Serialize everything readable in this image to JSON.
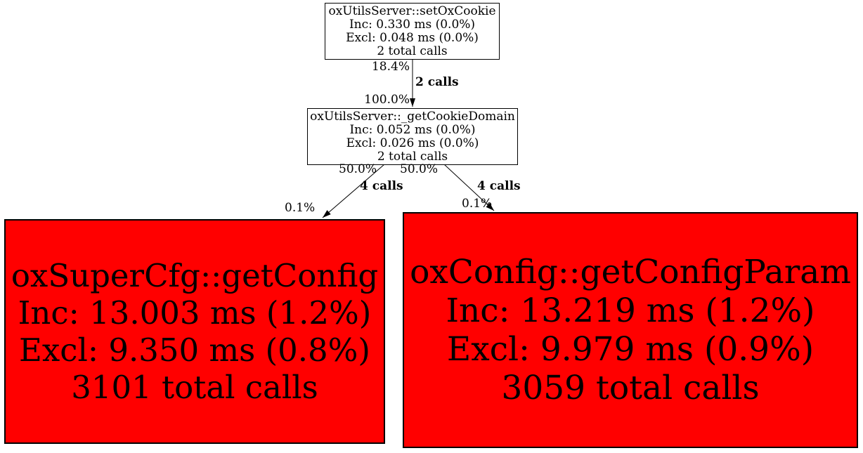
{
  "colors": {
    "hot_node_fill": "#ff0000",
    "normal_node_fill": "#ffffff",
    "edge_color": "#000000",
    "text_color": "#000000"
  },
  "nodes": {
    "set_ox_cookie": {
      "name": "oxUtilsServer::setOxCookie",
      "inc": "Inc: 0.330 ms (0.0%)",
      "excl": "Excl: 0.048 ms (0.0%)",
      "total_calls": "2 total calls"
    },
    "get_cookie_domain": {
      "name": "oxUtilsServer::_getCookieDomain",
      "inc": "Inc: 0.052 ms (0.0%)",
      "excl": "Excl: 0.026 ms (0.0%)",
      "total_calls": "2 total calls"
    },
    "get_config": {
      "name": "oxSuperCfg::getConfig",
      "inc": "Inc: 13.003 ms (1.2%)",
      "excl": "Excl: 9.350 ms (0.8%)",
      "total_calls": "3101 total calls"
    },
    "get_config_param": {
      "name": "oxConfig::getConfigParam",
      "inc": "Inc: 13.219 ms (1.2%)",
      "excl": "Excl: 9.979 ms (0.9%)",
      "total_calls": "3059 total calls"
    }
  },
  "edges": {
    "setoxcookie_to_getcookiedomain": {
      "tail_pct": "18.4%",
      "calls": "2 calls",
      "head_pct": "100.0%"
    },
    "getcookiedomain_to_getconfig": {
      "tail_pct": "50.0%",
      "calls": "4 calls",
      "head_pct": "0.1%"
    },
    "getcookiedomain_to_getconfigparam": {
      "tail_pct": "50.0%",
      "calls": "4 calls",
      "head_pct": "0.1%"
    }
  }
}
